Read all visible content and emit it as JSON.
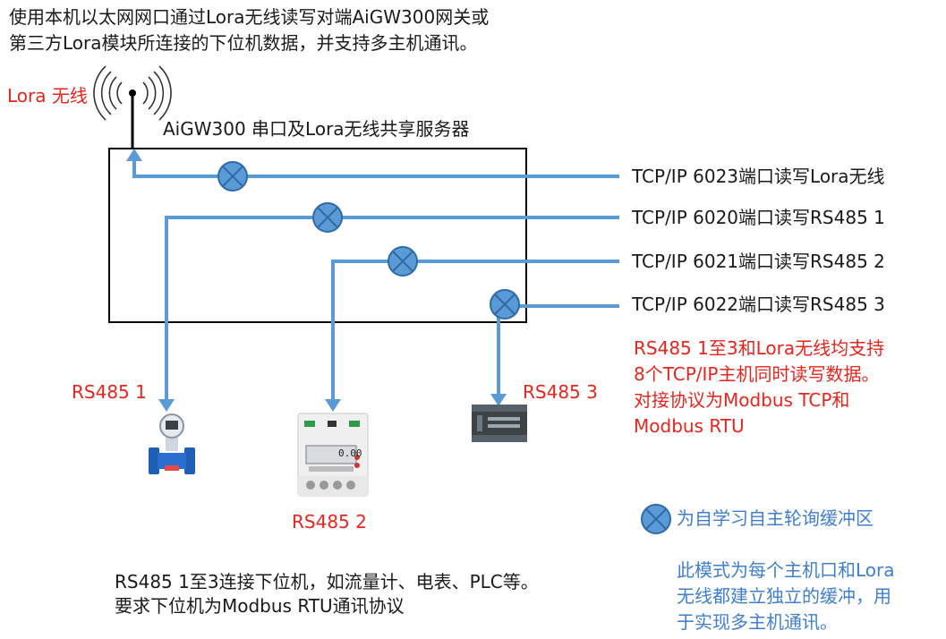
{
  "intro": {
    "line1": "使用本机以太网网口通过Lora无线读写对端AiGW300网关或",
    "line2": "第三方Lora模块所连接的下位机数据，并支持多主机通讯。"
  },
  "antenna_label": "Lora 无线",
  "server_title": "AiGW300 串口及Lora无线共享服务器",
  "ports": [
    "TCP/IP 6023端口读写Lora无线",
    "TCP/IP 6020端口读写RS485 1",
    "TCP/IP 6021端口读写RS485 2",
    "TCP/IP 6022端口读写RS485 3"
  ],
  "rs485_labels": {
    "one": "RS485  1",
    "two": "RS485  2",
    "three": "RS485  3"
  },
  "support_note": [
    "RS485 1至3和Lora无线均支持",
    "8个TCP/IP主机同时读写数据。",
    "对接协议为Modbus TCP和",
    "Modbus RTU"
  ],
  "legend": {
    "text": "为自学习自主轮询缓冲区"
  },
  "buffer_note": [
    "此模式为每个主机口和Lora",
    "无线都建立独立的缓冲，用",
    "于实现多主机通讯。"
  ],
  "bottom_note": [
    "RS485 1至3连接下位机，如流量计、电表、PLC等。",
    "要求下位机为Modbus RTU通讯协议"
  ],
  "meter_display": "0.00",
  "colors": {
    "line_blue": "#5b9bd5",
    "buffer_fill": "#5b9bd5",
    "buffer_stroke": "#2e6aa8",
    "red_text": "#e8241c",
    "blue_text": "#3f7fcf"
  }
}
